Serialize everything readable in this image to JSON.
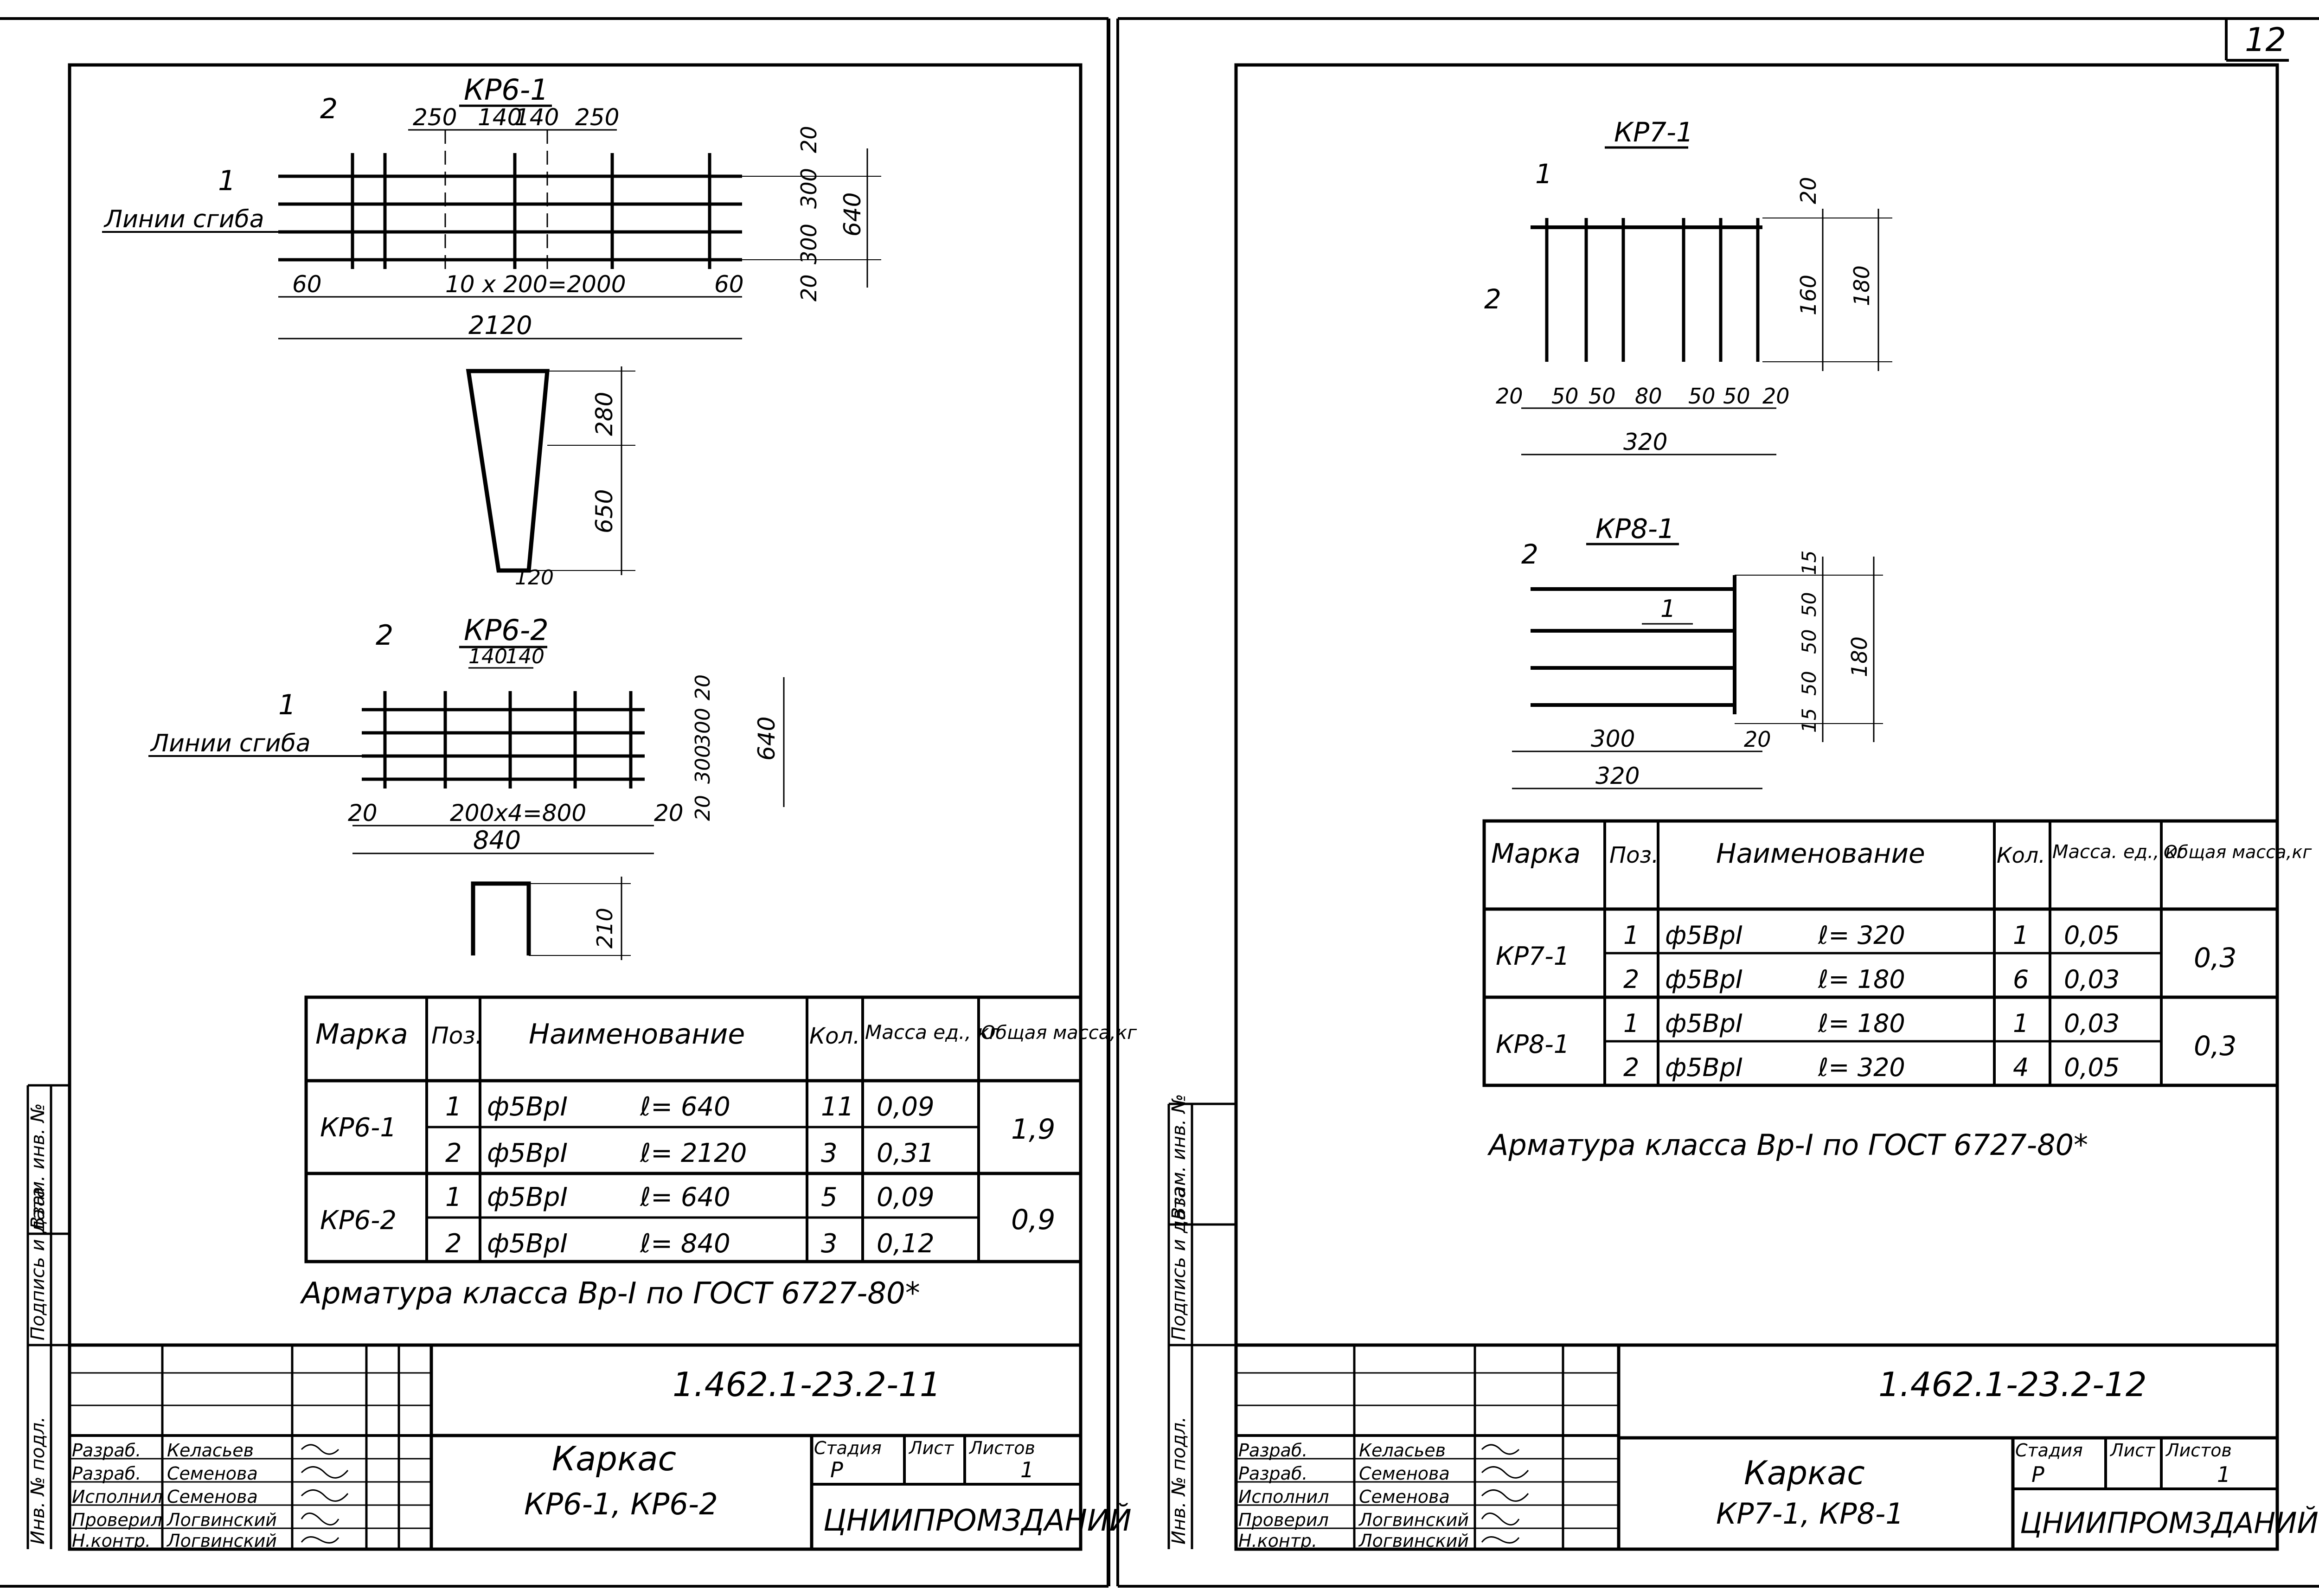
{
  "page_number": "12",
  "left_sheet": {
    "kr6_1": {
      "title": "КР6-1",
      "pos1": "1",
      "pos2": "2",
      "line_label": "Линии сгиба",
      "top_dims": [
        "250",
        "140",
        "140",
        "250"
      ],
      "bottom_dims": [
        "60",
        "10 x 200=2000",
        "60"
      ],
      "total": "2120",
      "right_dims": [
        "20",
        "300",
        "300",
        "20"
      ],
      "right_total": "640",
      "section_dims": [
        "280",
        "650",
        "120"
      ]
    },
    "kr6_2": {
      "title": "КР6-2",
      "pos1": "1",
      "pos2": "2",
      "line_label": "Линии сгиба",
      "top_dims": [
        "140",
        "140"
      ],
      "bottom_dims": [
        "20",
        "200x4=800",
        "20"
      ],
      "total": "840",
      "right_dims": [
        "20",
        "300",
        "300",
        "20"
      ],
      "right_total": "640",
      "section_dims": [
        "210"
      ]
    },
    "table": {
      "headers": [
        "Марка",
        "Поз.",
        "Наименование",
        "Кол.",
        "Масса ед., кг",
        "Общая масса,кг"
      ],
      "rows": [
        {
          "mark": "КР6-1",
          "pos": "1",
          "name": "ф5ВрI",
          "len": "ℓ= 640",
          "qty": "11",
          "unit": "0,09",
          "total": "1,9"
        },
        {
          "mark": "",
          "pos": "2",
          "name": "ф5ВрI",
          "len": "ℓ= 2120",
          "qty": "3",
          "unit": "0,31",
          "total": ""
        },
        {
          "mark": "КР6-2",
          "pos": "1",
          "name": "ф5ВрI",
          "len": "ℓ= 640",
          "qty": "5",
          "unit": "0,09",
          "total": "0,9"
        },
        {
          "mark": "",
          "pos": "2",
          "name": "ф5ВрI",
          "len": "ℓ= 840",
          "qty": "3",
          "unit": "0,12",
          "total": ""
        }
      ]
    },
    "note": "Арматура класса Вр-I по ГОСТ 6727-80*",
    "stamp": {
      "code": "1.462.1-23.2-11",
      "name": "Каркас",
      "subname": "КР6-1, КР6-2",
      "stage_label": "Стадия",
      "sheet_label": "Лист",
      "sheets_label": "Листов",
      "stage": "Р",
      "sheets": "1",
      "org": "ЦНИИПРОМЗДАНИЙ",
      "roles": [
        "Разраб.",
        "Разраб.",
        "Исполнил",
        "Проверил",
        "Н.контр."
      ],
      "names": [
        "Келасьев",
        "Семенова",
        "Семенова",
        "Логвинский",
        "Логвинский"
      ]
    },
    "side_labels": [
      "Инв. № подл.",
      "Подпись и дата",
      "Взам. инв. №"
    ]
  },
  "right_sheet": {
    "kr7_1": {
      "title": "КР7-1",
      "pos1": "1",
      "pos2": "2",
      "right_dims": [
        "20",
        "160"
      ],
      "right_total": "180",
      "bottom_dims": [
        "20",
        "50",
        "50",
        "80",
        "50",
        "50",
        "20"
      ],
      "total": "320"
    },
    "kr8_1": {
      "title": "КР8-1",
      "pos1": "1",
      "pos2": "2",
      "right_dims": [
        "15",
        "50",
        "50",
        "50",
        "15"
      ],
      "right_total": "180",
      "bottom_dims": [
        "300",
        "20"
      ],
      "total": "320"
    },
    "table": {
      "headers": [
        "Марка",
        "Поз.",
        "Наименование",
        "Кол.",
        "Масса. ед., кг",
        "Общая масса,кг"
      ],
      "rows": [
        {
          "mark": "КР7-1",
          "pos": "1",
          "name": "ф5ВрI",
          "len": "ℓ= 320",
          "qty": "1",
          "unit": "0,05",
          "total": "0,3"
        },
        {
          "mark": "",
          "pos": "2",
          "name": "ф5ВрI",
          "len": "ℓ= 180",
          "qty": "6",
          "unit": "0,03",
          "total": ""
        },
        {
          "mark": "КР8-1",
          "pos": "1",
          "name": "ф5ВрI",
          "len": "ℓ= 180",
          "qty": "1",
          "unit": "0,03",
          "total": "0,3"
        },
        {
          "mark": "",
          "pos": "2",
          "name": "ф5ВрI",
          "len": "ℓ= 320",
          "qty": "4",
          "unit": "0,05",
          "total": ""
        }
      ]
    },
    "note": "Арматура класса Вр-I по ГОСТ 6727-80*",
    "stamp": {
      "code": "1.462.1-23.2-12",
      "name": "Каркас",
      "subname": "КР7-1, КР8-1",
      "stage_label": "Стадия",
      "sheet_label": "Лист",
      "sheets_label": "Листов",
      "stage": "Р",
      "sheets": "1",
      "org": "ЦНИИПРОМЗДАНИЙ",
      "roles": [
        "Разраб.",
        "Разраб.",
        "Исполнил",
        "Проверил",
        "Н.контр."
      ],
      "names": [
        "Келасьев",
        "Семенова",
        "Семенова",
        "Логвинский",
        "Логвинский"
      ]
    },
    "side_labels": [
      "Инв. № подл.",
      "Подпись и дата",
      "Взам. инв. №"
    ]
  }
}
